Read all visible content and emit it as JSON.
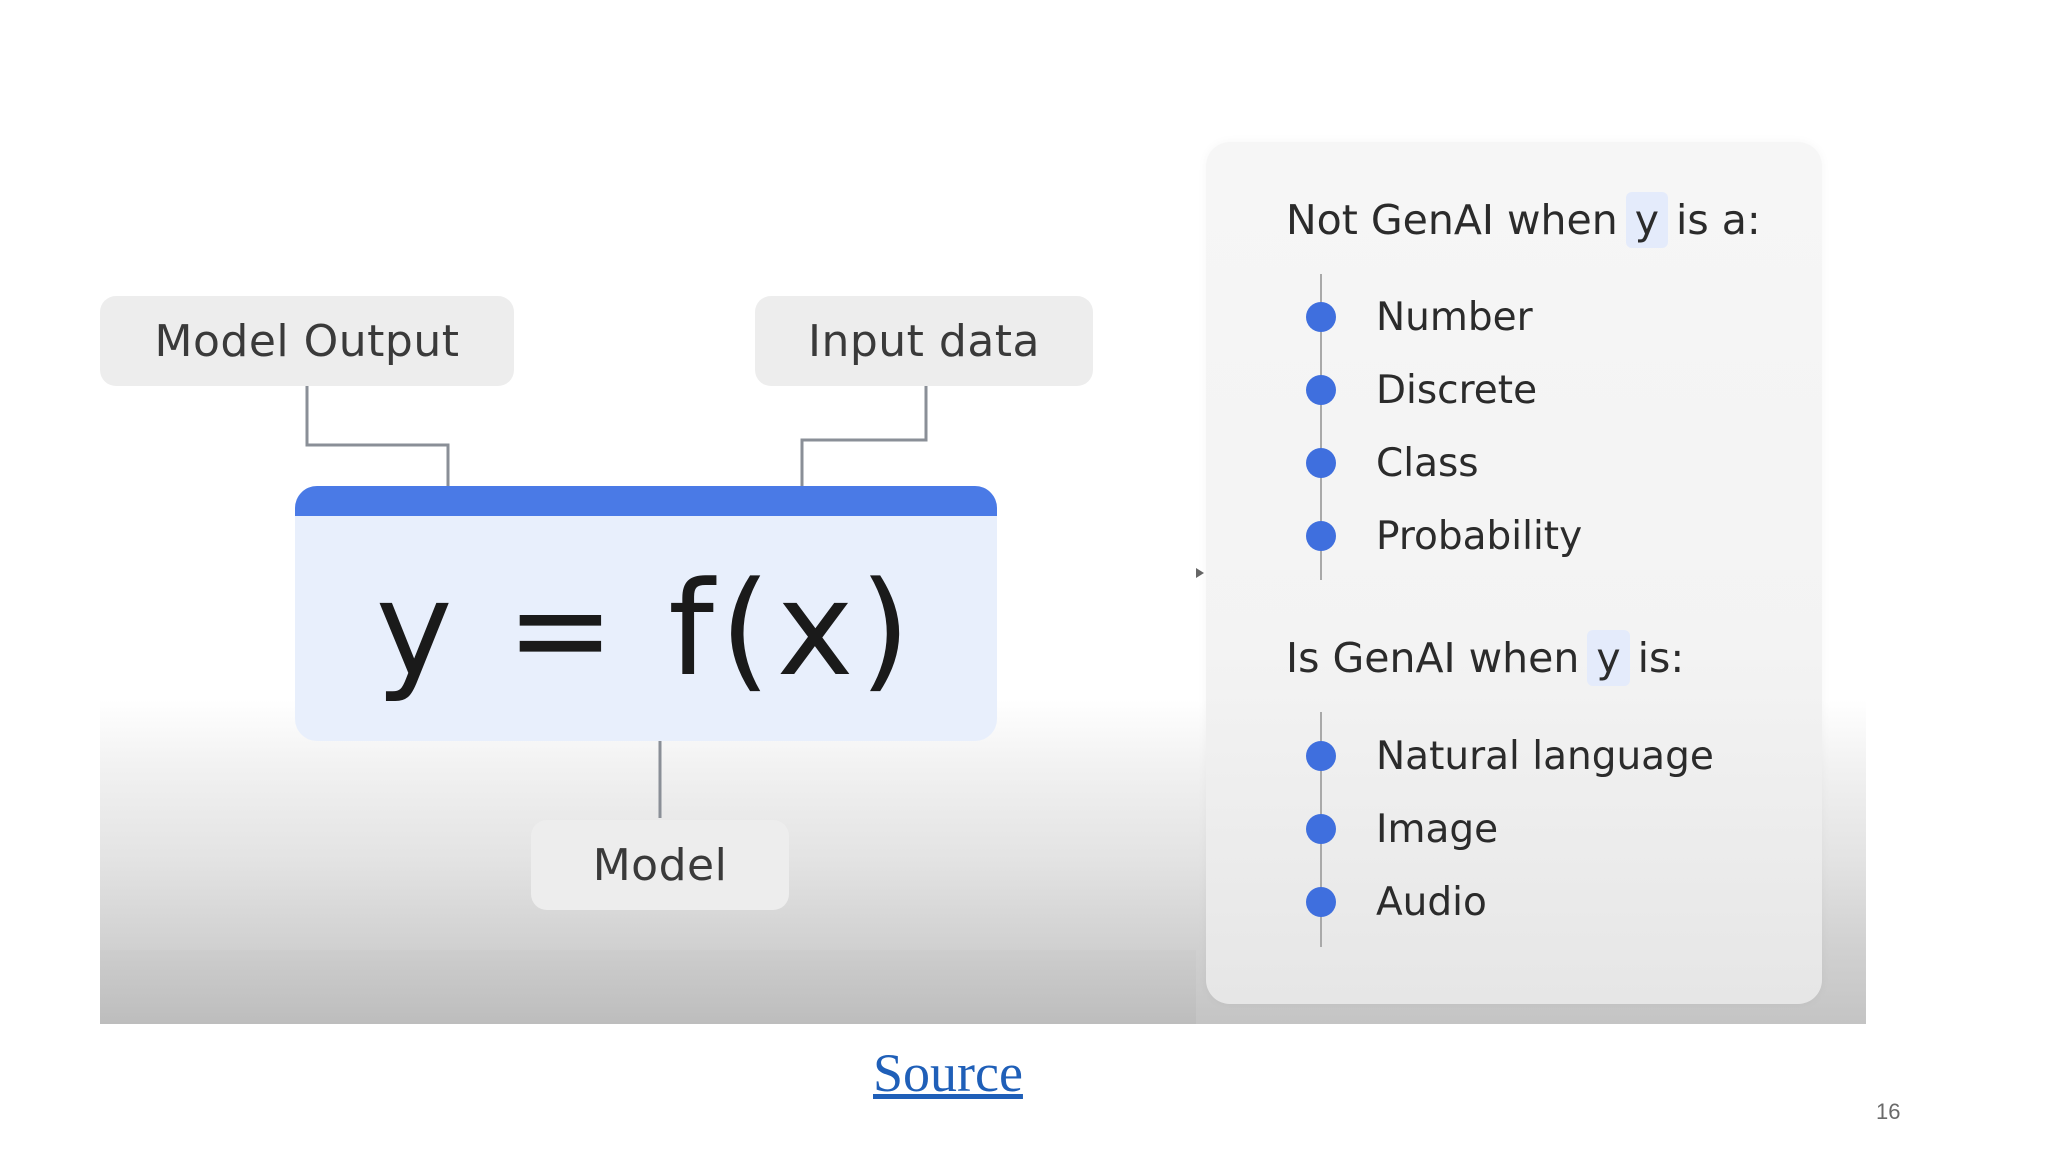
{
  "diagram": {
    "model_output_label": "Model Output",
    "input_data_label": "Input data",
    "model_label": "Model",
    "formula": "y = f(x)"
  },
  "panel": {
    "not_genai": {
      "prefix": "Not GenAI when",
      "variable": "y",
      "suffix": "is a:",
      "items": [
        "Number",
        "Discrete",
        "Class",
        "Probability"
      ]
    },
    "is_genai": {
      "prefix": "Is GenAI when",
      "variable": "y",
      "suffix": "is:",
      "items": [
        "Natural language",
        "Image",
        "Audio"
      ]
    }
  },
  "footer": {
    "source_link": "Source",
    "page_number": "16"
  },
  "colors": {
    "accent_blue": "#4a7ae6",
    "formula_background": "#e8effc",
    "bullet_blue": "#3f6fde",
    "link_blue": "#1f5fb8"
  }
}
